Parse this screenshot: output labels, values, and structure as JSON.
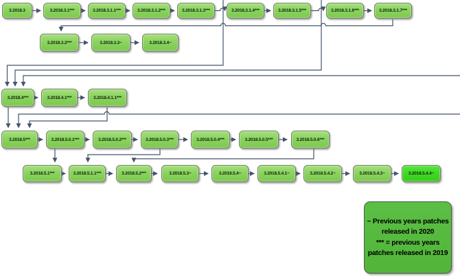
{
  "diagram_type": "patch-release-flowchart",
  "colors": {
    "node_fill": "#8bd360",
    "node_highlight_fill": "#41d727",
    "node_border": "#6f7f5e",
    "connector": "#44546a",
    "legend_fill": "#52b53a",
    "background": "#ffffff",
    "text": "#10230b"
  },
  "nodes": [
    {
      "label": "3.2018.3"
    },
    {
      "label": "3.2018.3.1***"
    },
    {
      "label": "3.2018.3.1.1***"
    },
    {
      "label": "3.2018.3.1.2***"
    },
    {
      "label": "3.2018.3.1.3***"
    },
    {
      "label": "3.2018.3.1.4***"
    },
    {
      "label": "3.2018.3.1.5***"
    },
    {
      "label": "3.2018.3.1.6***"
    },
    {
      "label": "3.2018.3.1.7***"
    },
    {
      "label": "3.2018.3.2***"
    },
    {
      "label": "3.2018.3.3~"
    },
    {
      "label": "3.2018.3.4~"
    },
    {
      "label": "3.2018.4***"
    },
    {
      "label": "3.2018.4.1***"
    },
    {
      "label": "3.2018.4.1.1***"
    },
    {
      "label": "3.2018.5***"
    },
    {
      "label": "3.2018.5.0.1***"
    },
    {
      "label": "3.2018.5.0.2***"
    },
    {
      "label": "3.2018.5.0.3***"
    },
    {
      "label": "3.2018.5.0.4***"
    },
    {
      "label": "3.2018.5.0.5***"
    },
    {
      "label": "3.2018.5.0.6***"
    },
    {
      "label": "3.2018.5.1***"
    },
    {
      "label": "3.2018.5.1.1***"
    },
    {
      "label": "3.2018.5.2***"
    },
    {
      "label": "3.2018.5.3~"
    },
    {
      "label": "3.2018.5.4~"
    },
    {
      "label": "3.2018.5.4.1~"
    },
    {
      "label": "3.2018.5.4.2~"
    },
    {
      "label": "3.2018.5.4.3~"
    },
    {
      "label": "3.2018.5.4.4~"
    }
  ],
  "edges": [
    "3.2018.3 -> 3.2018.3.1***",
    "3.2018.3.1*** -> 3.2018.3.1.1***",
    "3.2018.3.1.1*** -> 3.2018.3.1.2***",
    "3.2018.3.1.2*** -> 3.2018.3.1.3***",
    "3.2018.3.1.3*** -> 3.2018.3.1.4***",
    "3.2018.3.1.4*** -> 3.2018.3.1.5***",
    "3.2018.3.1.5*** -> 3.2018.3.1.6***",
    "3.2018.3.1.6*** -> 3.2018.3.1.7***",
    "3.2018.3.1.7*** -> 3.2018.3.2***",
    "3.2018.3.2*** -> 3.2018.3.3~",
    "3.2018.3.3~ -> 3.2018.3.4~",
    "off-canvas-top -> 3.2018.4***",
    "off-canvas-top -> 3.2018.4***",
    "off-canvas-right -> 3.2018.4***",
    "3.2018.4*** -> 3.2018.4.1***",
    "3.2018.4.1*** -> 3.2018.4.1.1***",
    "3.2018.4*** -> 3.2018.5***",
    "off-canvas-right -> 3.2018.5***",
    "3.2018.4.1.1*** -> 3.2018.5***",
    "3.2018.5*** -> 3.2018.5.0.1***",
    "3.2018.5.0.1*** -> 3.2018.5.0.2***",
    "3.2018.5.0.2*** -> 3.2018.5.0.3***",
    "3.2018.5.0.3*** -> 3.2018.5.0.4***",
    "3.2018.5.0.4*** -> 3.2018.5.0.5***",
    "3.2018.5.0.5*** -> 3.2018.5.0.6***",
    "3.2018.5.0.1*** -> 3.2018.5.1***",
    "3.2018.5.0.3*** -> 3.2018.5.1.1***",
    "3.2018.5.0.6*** -> 3.2018.5.2***",
    "3.2018.5.1*** -> 3.2018.5.1.1***",
    "3.2018.5.1.1*** -> 3.2018.5.2***",
    "3.2018.5.2*** -> 3.2018.5.3~",
    "3.2018.5.3~ -> 3.2018.5.4~",
    "3.2018.5.4~ -> 3.2018.5.4.1~",
    "3.2018.5.4.1~ -> 3.2018.5.4.2~",
    "3.2018.5.4.2~ -> 3.2018.5.4.3~",
    "3.2018.5.4.3~ -> 3.2018.5.4.4~"
  ],
  "legend": {
    "lines": [
      "~ Previous years patches",
      "released in 2020",
      "*** = previous years",
      "patches released in 2019"
    ]
  }
}
